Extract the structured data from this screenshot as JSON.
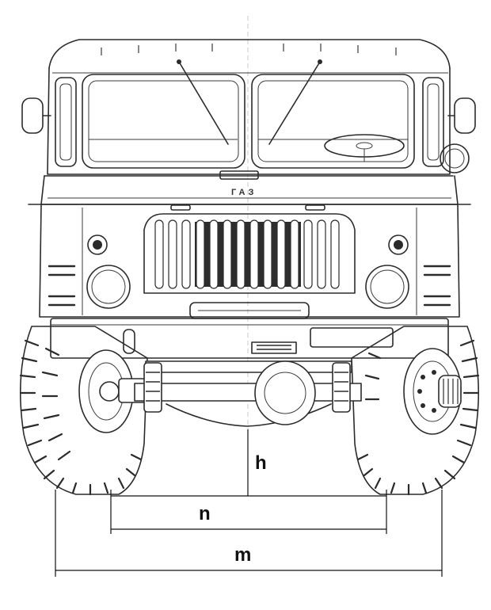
{
  "diagram": {
    "vehicle_badge": "ГАЗ",
    "dimensions": {
      "ground_clearance_label": "h",
      "track_inner_label": "n",
      "overall_width_label": "m"
    }
  }
}
